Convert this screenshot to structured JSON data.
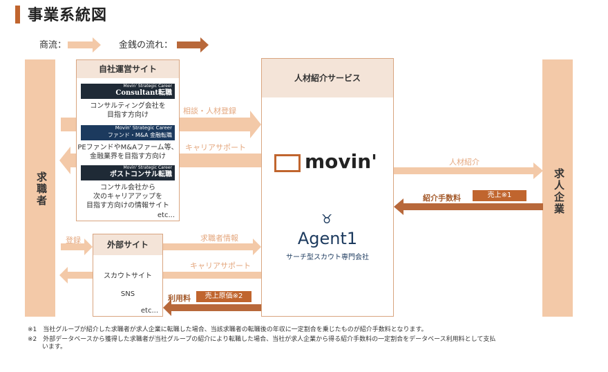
{
  "title": "事業系統図",
  "legend": {
    "commerce": "商流：",
    "money": "金銭の流れ："
  },
  "left_column": "求職者",
  "right_column": "求人企業",
  "own_sites": {
    "header": "自社運営サイト",
    "consultant_banner": {
      "line1": "Movin' Strategic Career",
      "line2": "Consultant転職"
    },
    "consultant_desc": "コンサルティング会社を\n目指す方向け",
    "fund_banner": {
      "line1": "Movin' Strategic Career",
      "line2": "ファンド・M&A 金融転職"
    },
    "fund_desc": "PEファンドやM&Aファーム等、\n金融業界を目指す方向け",
    "post_banner": {
      "line1": "Movin' Strategic Career",
      "line2": "ポストコンサル転職"
    },
    "post_desc": "コンサル会社から\n次のキャリアアップを\n目指す方向けの情報サイト",
    "etc": "etc..."
  },
  "external_sites": {
    "header": "外部サイト",
    "item1": "スカウトサイト",
    "item2": "SNS",
    "etc": "etc..."
  },
  "service": {
    "header": "人材紹介サービス",
    "movin_logo": "movin'",
    "agent_logo": "Agent1",
    "agent_sub": "サーチ型スカウト専門会社"
  },
  "flows": {
    "consult_register": "相談・人材登録",
    "career_support": "キャリアサポート",
    "register": "登録",
    "jobseeker_info": "求職者情報",
    "career_support2": "キャリアサポート",
    "usage_fee": "利用料",
    "cost_of_sales": "売上原価※2",
    "placement": "人材紹介",
    "placement_fee": "紹介手数料",
    "sales": "売上※1"
  },
  "notes": {
    "n1": "※1　当社グループが紹介した求職者が求人企業に転職した場合、当該求職者の転職後の年収に一定割合を乗じたものが紹介手数料となります。",
    "n2": "※2　外部データベースから獲得した求職者が当社グループの紹介により転職した場合、当社が求人企業から得る紹介手数料の一定割合をデータベース利用料として支払\n　　 います。"
  },
  "colors": {
    "commerce": "#f3c9a8",
    "money": "#b8683a",
    "accent": "#c0652e"
  }
}
